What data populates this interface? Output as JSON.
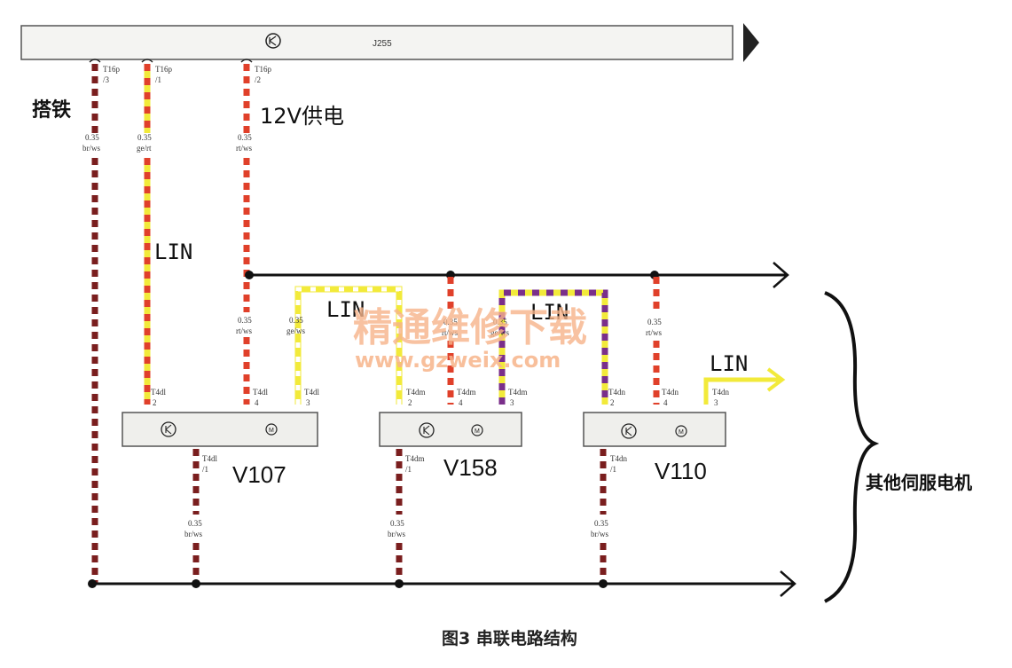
{
  "bus": {
    "label": "J255"
  },
  "labels": {
    "ground": "搭铁",
    "supply": "12V供电",
    "other_servos": "其他伺服电机",
    "lin": "LIN",
    "caption": "图3  串联电路结构"
  },
  "watermark": {
    "cn": "精通维修下载",
    "url": "www.gzweix.com"
  },
  "top_pins": [
    {
      "conn": "T16p",
      "pin": "/3",
      "gauge": "0.35",
      "color": "br/ws"
    },
    {
      "conn": "T16p",
      "pin": "/1",
      "gauge": "0.35",
      "color": "ge/rt"
    },
    {
      "conn": "T16p",
      "pin": "/2",
      "gauge": "0.35",
      "color": "rt/ws"
    }
  ],
  "modules": [
    {
      "name": "V107",
      "pins": [
        {
          "conn": "T4dl",
          "pin": "2"
        },
        {
          "conn": "T4dl",
          "pin": "4"
        },
        {
          "conn": "T4dl",
          "pin": "3"
        }
      ],
      "bottom_pin": {
        "conn": "T4dl",
        "pin": "/1"
      },
      "wires": [
        {
          "gauge": "0.35",
          "color": "rt/ws"
        },
        {
          "gauge": "0.35",
          "color": "ge/ws"
        }
      ],
      "ground_wire": {
        "gauge": "0.35",
        "color": "br/ws"
      }
    },
    {
      "name": "V158",
      "pins": [
        {
          "conn": "T4dm",
          "pin": "2"
        },
        {
          "conn": "T4dm",
          "pin": "4"
        },
        {
          "conn": "T4dm",
          "pin": "3"
        }
      ],
      "bottom_pin": {
        "conn": "T4dm",
        "pin": "/1"
      },
      "wires": [
        {
          "gauge": "0.35",
          "color": "rt/ws"
        },
        {
          "gauge": "0.35",
          "color": "ge/ws"
        }
      ],
      "ground_wire": {
        "gauge": "0.35",
        "color": "br/ws"
      }
    },
    {
      "name": "V110",
      "pins": [
        {
          "conn": "T4dn",
          "pin": "2"
        },
        {
          "conn": "T4dn",
          "pin": "4"
        },
        {
          "conn": "T4dn",
          "pin": "3"
        }
      ],
      "bottom_pin": {
        "conn": "T4dn",
        "pin": "/1"
      },
      "wires": [
        {
          "gauge": "0.35",
          "color": "rt/ws"
        }
      ],
      "ground_wire": {
        "gauge": "0.35",
        "color": "br/ws"
      }
    }
  ],
  "colors": {
    "brown": "#7a1e1e",
    "red": "#e0402a",
    "yellow": "#f2ea3a",
    "purple": "#7a2f8a",
    "white": "#ffffff",
    "line": "#111111"
  }
}
